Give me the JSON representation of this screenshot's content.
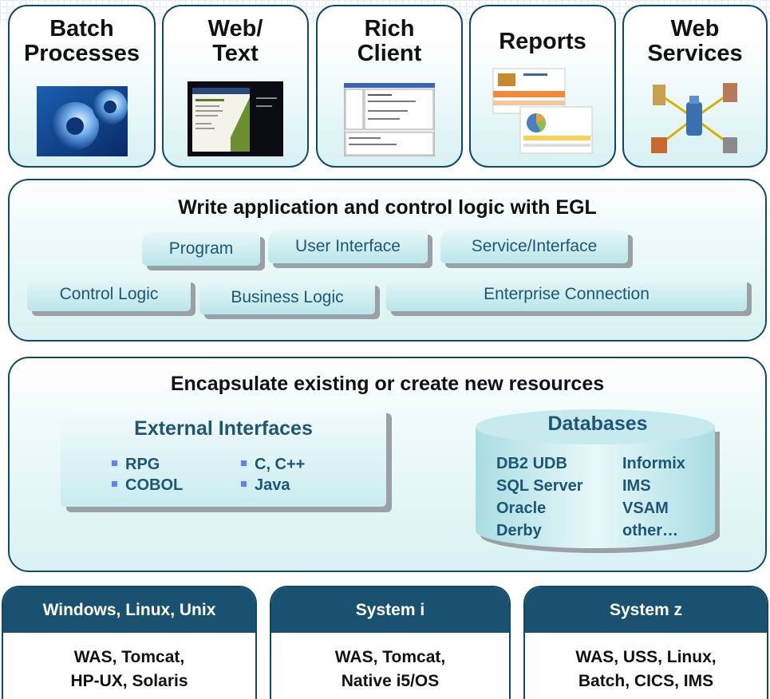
{
  "tiles": [
    {
      "title": "Batch\nProcesses",
      "icon": "gears-icon"
    },
    {
      "title": "Web/\nText",
      "icon": "web-page-screenshot-icon"
    },
    {
      "title": "Rich\nClient",
      "icon": "rich-client-screenshot-icon"
    },
    {
      "title": "Reports",
      "icon": "report-document-icon"
    },
    {
      "title": "Web\nServices",
      "icon": "web-services-network-icon"
    }
  ],
  "logic": {
    "title": "Write application and control logic with EGL",
    "chips": [
      "Program",
      "User Interface",
      "Service/Interface",
      "Control Logic",
      "Business Logic",
      "Enterprise Connection"
    ]
  },
  "resources": {
    "title": "Encapsulate existing or create new resources",
    "external": {
      "title": "External Interfaces",
      "items": [
        "RPG",
        "C, C++",
        "COBOL",
        "Java"
      ]
    },
    "databases": {
      "title": "Databases",
      "col1": [
        "DB2 UDB",
        "SQL Server",
        "Oracle",
        "Derby"
      ],
      "col2": [
        "Informix",
        "IMS",
        "VSAM",
        "other…"
      ]
    }
  },
  "platforms": [
    {
      "name": "Windows, Linux, Unix",
      "line1": "WAS, Tomcat,",
      "line2": "HP-UX, Solaris"
    },
    {
      "name": "System i",
      "line1": "WAS, Tomcat,",
      "line2": "Native i5/OS"
    },
    {
      "name": "System z",
      "line1": "WAS, USS, Linux,",
      "line2": "Batch, CICS, IMS"
    }
  ],
  "colors": {
    "border": "#0f4a6b",
    "header": "#1b5170",
    "chip_text": "#1e5676",
    "bullet": "#5d83ff"
  }
}
